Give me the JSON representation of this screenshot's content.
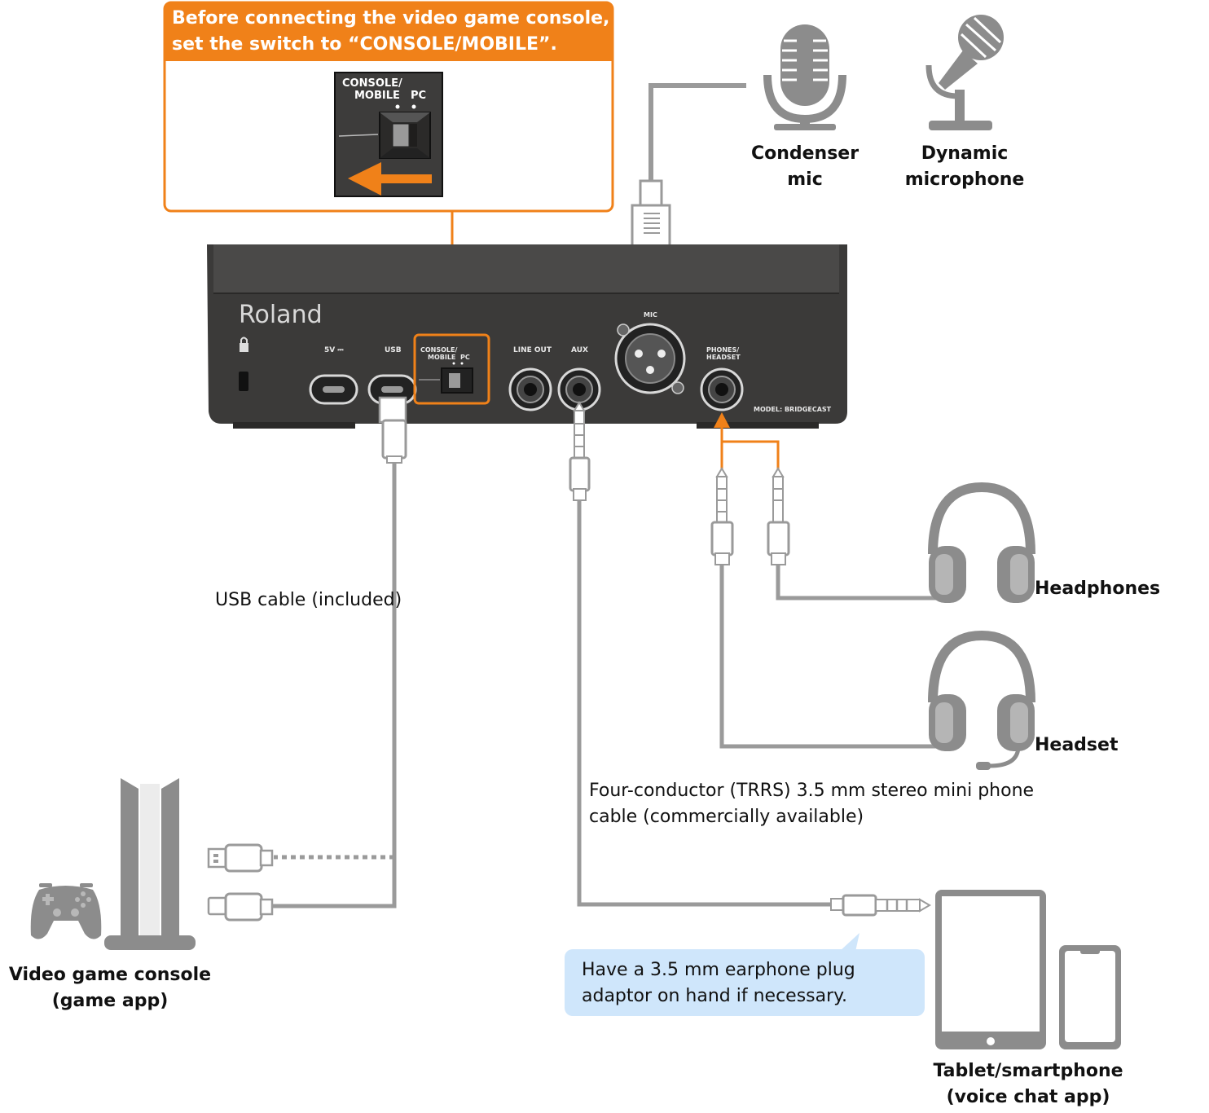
{
  "callout": {
    "line1": "Before connecting the video game console,",
    "line2": "set the switch to “CONSOLE/MOBILE”."
  },
  "switch_closeup": {
    "label_line1": "CONSOLE/",
    "label_line2": "MOBILE",
    "label_pc": "PC"
  },
  "device": {
    "brand": "Roland",
    "ports": {
      "dc": "5V ⎓",
      "usb": "USB",
      "switch_line1": "CONSOLE/",
      "switch_line2": "MOBILE",
      "switch_pc": "PC",
      "line_out": "LINE OUT",
      "aux": "AUX",
      "mic": "MIC",
      "phones_line1": "PHONES/",
      "phones_line2": "HEADSET"
    },
    "model": "MODEL: BRIDGECAST"
  },
  "mics": {
    "condenser": {
      "line1": "Condenser",
      "line2": "mic"
    },
    "dynamic": {
      "line1": "Dynamic",
      "line2": "microphone"
    }
  },
  "labels": {
    "usb_cable": "USB cable (included)",
    "headphones": "Headphones",
    "headset": "Headset",
    "trrs_line1": "Four-conductor (TRRS) 3.5 mm stereo mini phone",
    "trrs_line2": "cable (commercially available)",
    "console_line1": "Video game console",
    "console_line2": "(game app)",
    "tablet_line1": "Tablet/smartphone",
    "tablet_line2": "(voice chat app)"
  },
  "tip": {
    "line1": "Have a 3.5 mm earphone plug",
    "line2": "adaptor on hand if necessary."
  },
  "colors": {
    "accent": "#f08119",
    "device": "#3b3a39",
    "cable": "#9a9a9a",
    "icon": "#8c8c8c",
    "tip": "#cfe6fb"
  },
  "icons": [
    "condenser-mic-icon",
    "dynamic-mic-icon",
    "headphones-icon",
    "headset-icon",
    "game-console-icon",
    "gamepad-icon",
    "tablet-icon",
    "smartphone-icon"
  ]
}
